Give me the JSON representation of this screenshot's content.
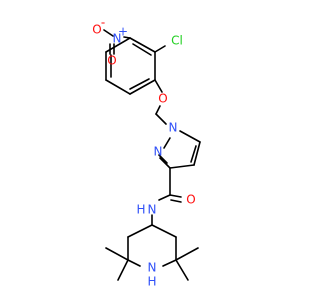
{
  "molecule": {
    "atoms": {
      "nitro_o_minus": {
        "label": "O",
        "superscript": "-",
        "color": "#ff0d0d"
      },
      "nitro_n_plus": {
        "label": "N",
        "superscript": "+",
        "color": "#3050f8"
      },
      "nitro_o_double": {
        "label": "O",
        "color": "#ff0d0d"
      },
      "chlorine": {
        "label": "Cl",
        "color": "#1fcf1f"
      },
      "ether_o": {
        "label": "O",
        "color": "#ff0d0d"
      },
      "pyrazole_n1": {
        "label": "N",
        "color": "#3050f8"
      },
      "pyrazole_n2": {
        "label": "N",
        "color": "#3050f8"
      },
      "amide_o": {
        "label": "O",
        "color": "#ff0d0d"
      },
      "amide_n": {
        "label": "N",
        "color": "#3050f8"
      },
      "amide_h": {
        "label": "H",
        "color": "#3050f8"
      },
      "piperidine_n": {
        "label": "N",
        "color": "#3050f8"
      },
      "piperidine_h": {
        "label": "H",
        "color": "#3050f8"
      }
    }
  }
}
